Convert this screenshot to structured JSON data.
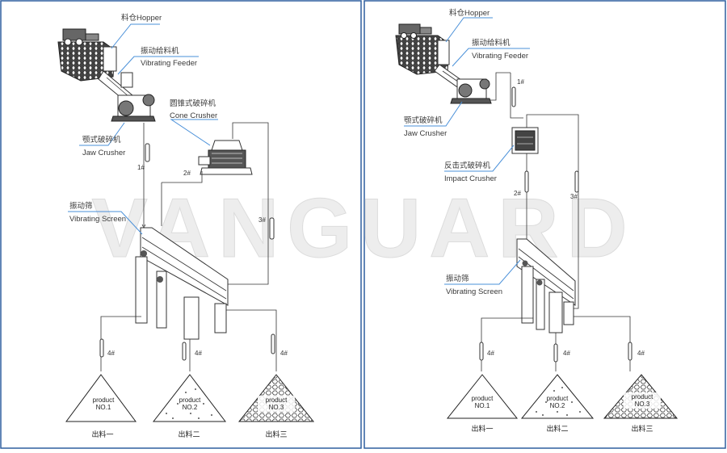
{
  "colors": {
    "border": "#2f5f9f",
    "callout": "#4a90d9",
    "line": "#333333",
    "watermark": "#e6e6e6"
  },
  "watermark": "VANGUARD",
  "left": {
    "hopper": {
      "cn": "料仓",
      "en": "Hopper"
    },
    "feeder": {
      "cn": "振动给料机",
      "en": "Vibrating Feeder"
    },
    "jaw": {
      "cn": "颚式破碎机",
      "en": "Jaw Crusher"
    },
    "cone": {
      "cn": "圆锥式破碎机",
      "en": "Cone Crusher"
    },
    "screen": {
      "cn": "振动筛",
      "en": "Vibrating Screen"
    },
    "belts": [
      "1#",
      "2#",
      "3#",
      "4#",
      "4#",
      "4#"
    ],
    "piles": [
      {
        "label": "product",
        "num": "NO.1",
        "out": "出料一"
      },
      {
        "label": "product",
        "num": "NO.2",
        "out": "出料二"
      },
      {
        "label": "product",
        "num": "NO.3",
        "out": "出料三"
      }
    ]
  },
  "right": {
    "hopper": {
      "cn": "料仓",
      "en": "Hopper"
    },
    "feeder": {
      "cn": "振动给料机",
      "en": "Vibrating Feeder"
    },
    "jaw": {
      "cn": "颚式破碎机",
      "en": "Jaw Crusher"
    },
    "impact": {
      "cn": "反击式破碎机",
      "en": "Impact Crusher"
    },
    "screen": {
      "cn": "振动筛",
      "en": "Vibrating Screen"
    },
    "belts": [
      "1#",
      "2#",
      "3#",
      "4#",
      "4#",
      "4#"
    ],
    "piles": [
      {
        "label": "product",
        "num": "NO.1",
        "out": "出料一"
      },
      {
        "label": "product",
        "num": "NO.2",
        "out": "出料二"
      },
      {
        "label": "product",
        "num": "NO.3",
        "out": "出料三"
      }
    ]
  }
}
